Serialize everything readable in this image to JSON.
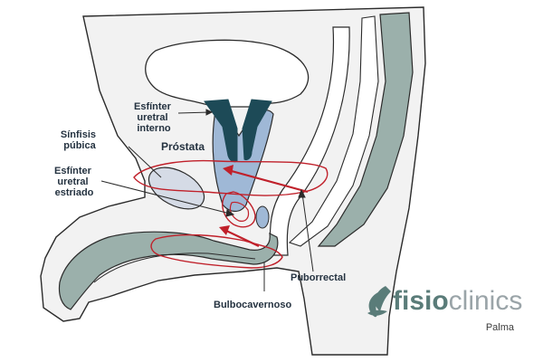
{
  "labels": {
    "esfinter_interno": [
      "Esfínter",
      "uretral",
      "interno"
    ],
    "sinfisis": [
      "Sínfisis",
      "púbica"
    ],
    "prostata": "Próstata",
    "esfinter_estriado": [
      "Esfínter",
      "uretral",
      "estriado"
    ],
    "puborrectal": "Puborrectal",
    "bulbocavernoso": "Bulbocavernoso"
  },
  "logo": {
    "part1": "fisio",
    "part2": "clinics",
    "subtitle": "Palma"
  },
  "colors": {
    "outline": "#2b2b2b",
    "skin_fill": "#f2f2f2",
    "tissue_green": "#9bb0ab",
    "prostate_blue": "#9fb8d6",
    "sphincter_dark": "#1d4a57",
    "muscle_red": "#c0202a",
    "brand_teal": "#5a7c79",
    "brand_grey": "#9aa4a8"
  }
}
